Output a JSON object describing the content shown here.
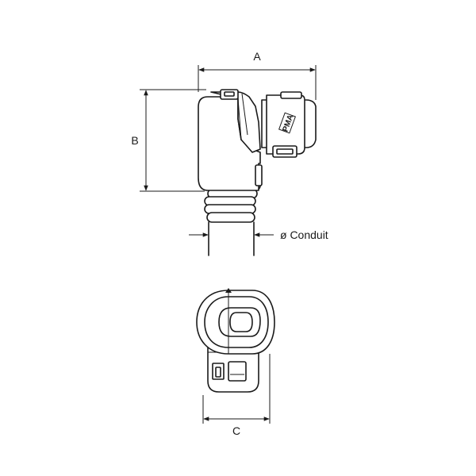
{
  "dimensions": {
    "a_label": "A",
    "b_label": "B",
    "c_label": "C",
    "conduit_label": "ø Conduit"
  },
  "logo_text": "PMA"
}
